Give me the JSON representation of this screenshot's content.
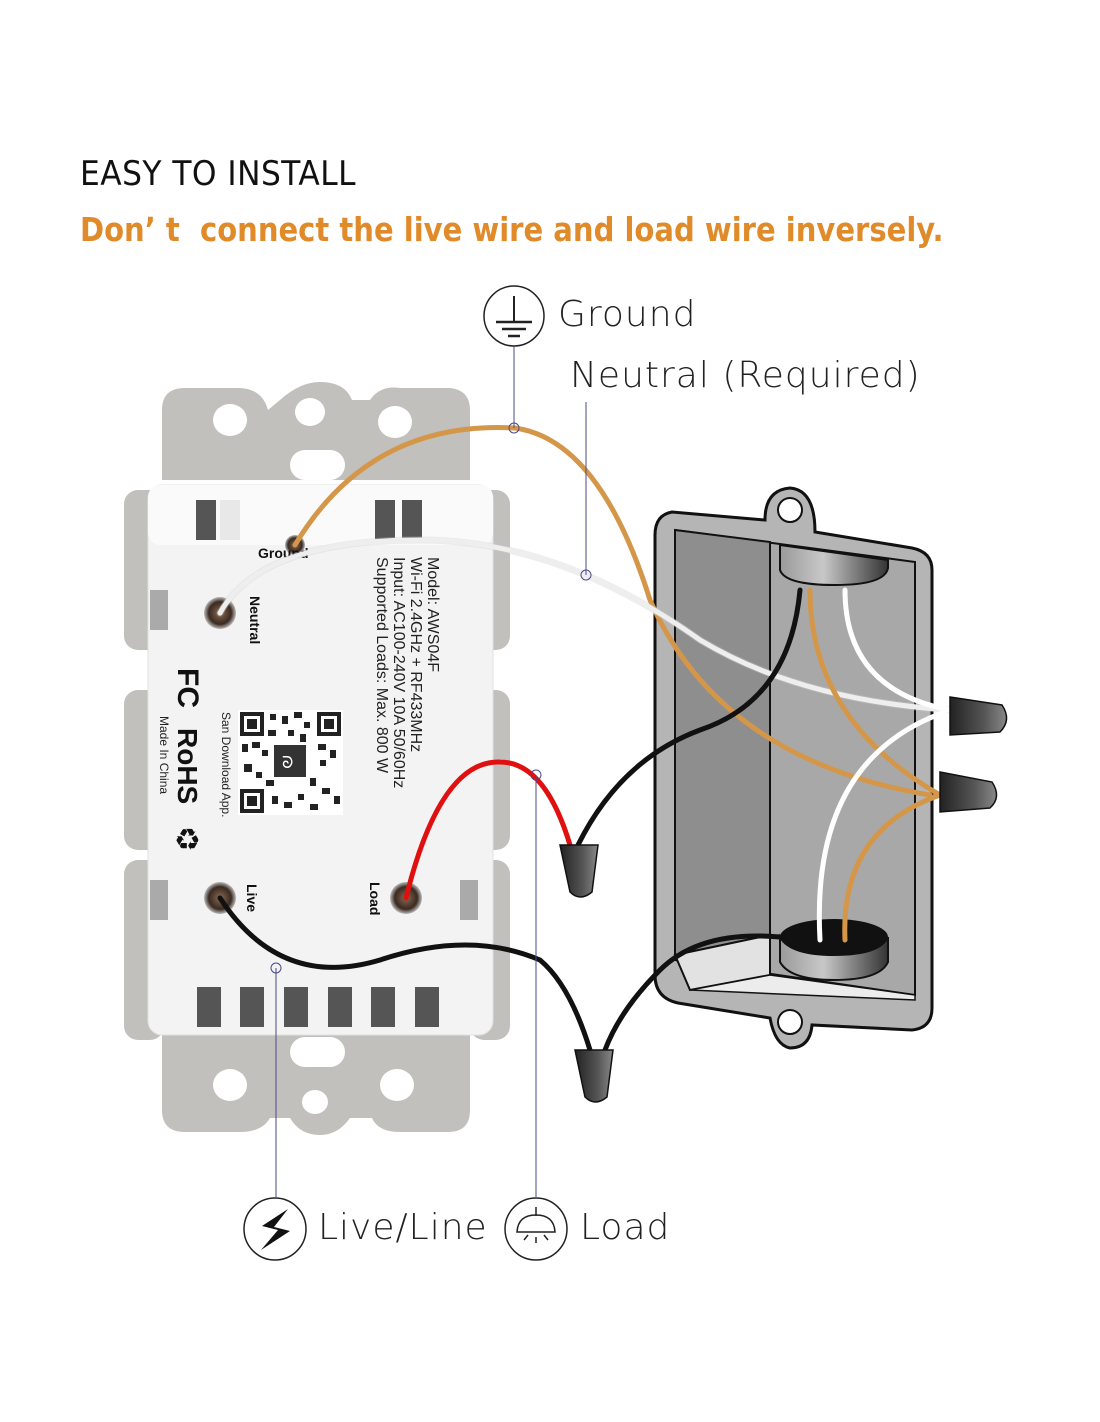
{
  "header": {
    "title": "EASY TO INSTALL",
    "warning": "Don’ t  connect the live wire and load wire inversely."
  },
  "callouts": {
    "ground": {
      "label": "Ground",
      "icon": "ground-symbol-icon"
    },
    "neutral": {
      "label": "Neutral (Required)"
    },
    "live": {
      "label": "Live/Line",
      "icon": "lightning-bolt-icon"
    },
    "load": {
      "label": "Load",
      "icon": "ceiling-lamp-icon"
    }
  },
  "device": {
    "terminals": {
      "ground": "Ground",
      "neutral": "Neutral",
      "live": "Live",
      "load": "Load"
    },
    "specs": [
      "Model:  AWS04F",
      "Wi-Fi 2.4GHz + RF433MHz",
      "Input: AC100-240V 10A 50/60Hz",
      "Supported Loads: Max. 800 W"
    ],
    "qr_caption": "San Download App.",
    "certifications": [
      "FC",
      "RoHS"
    ],
    "origin": "Made In China"
  },
  "colors": {
    "warning": "#e08a2a",
    "ground_wire": "#d4974a",
    "live_wire": "#111111",
    "load_wire": "#e01010",
    "neutral_wire": "#ffffff",
    "leader_line": "#4a4a8a",
    "plate": "#bdbbb9",
    "box": "#a9a9a9"
  }
}
